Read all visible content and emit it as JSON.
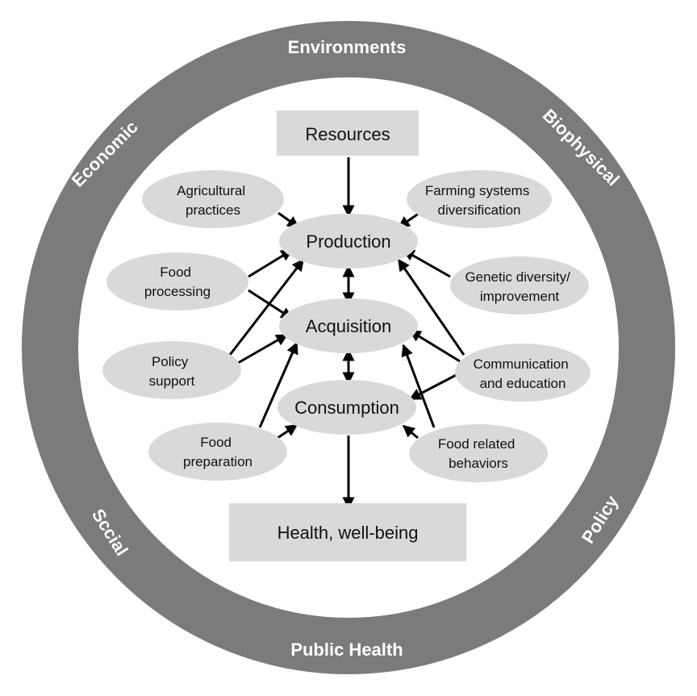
{
  "colors": {
    "ring": "#7b7b7b",
    "ring_text": "#ffffff",
    "node_fill": "#d9d9d9",
    "text": "#111111",
    "arrow": "#000000"
  },
  "ring": {
    "top": "Environments",
    "upper_left": "Economic",
    "upper_right": "Biophysical",
    "lower_left": "Sccial",
    "lower_right": "Policy",
    "bottom": "Public Health"
  },
  "boxes": {
    "resources": "Resources",
    "health": "Health, well-being"
  },
  "main": {
    "production": "Production",
    "acquisition": "Acquisition",
    "consumption": "Consumption"
  },
  "factors": {
    "agricultural_practices": [
      "Agricultural",
      "practices"
    ],
    "farming_systems": [
      "Farming systems",
      "diversification"
    ],
    "food_processing": [
      "Food",
      "processing"
    ],
    "genetic_diversity": [
      "Genetic diversity/",
      "improvement"
    ],
    "policy_support": [
      "Policy",
      "support"
    ],
    "communication_education": [
      "Communication",
      "and education"
    ],
    "food_preparation": [
      "Food",
      "preparation"
    ],
    "food_related_behaviors": [
      "Food related",
      "behaviors"
    ]
  }
}
